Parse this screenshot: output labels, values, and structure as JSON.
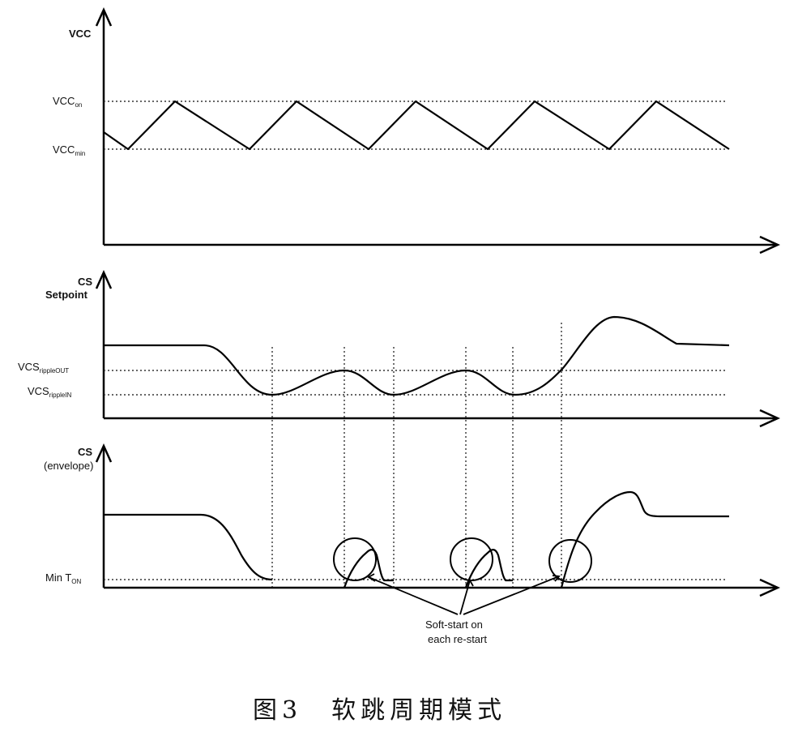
{
  "panels": {
    "vcc": {
      "axis_label": "VCC",
      "level_on": {
        "base": "VCC",
        "sub": "on"
      },
      "level_min": {
        "base": "VCC",
        "sub": "min"
      }
    },
    "cs_setpoint": {
      "axis_label_line1": "CS",
      "axis_label_line2": "Setpoint",
      "level_out": {
        "base": "VCS",
        "sub": "rippleOUT"
      },
      "level_in": {
        "base": "VCS",
        "sub": "rippleIN"
      }
    },
    "cs_envelope": {
      "axis_label_line1": "CS",
      "axis_label_line2": "(envelope)",
      "level_min": {
        "base": "Min T",
        "sub": "ON"
      }
    }
  },
  "annotation": {
    "line1": "Soft-start on",
    "line2": "each re-start"
  },
  "caption": "图3　软跳周期模式",
  "colors": {
    "ink": "#000000",
    "background": "#ffffff"
  }
}
